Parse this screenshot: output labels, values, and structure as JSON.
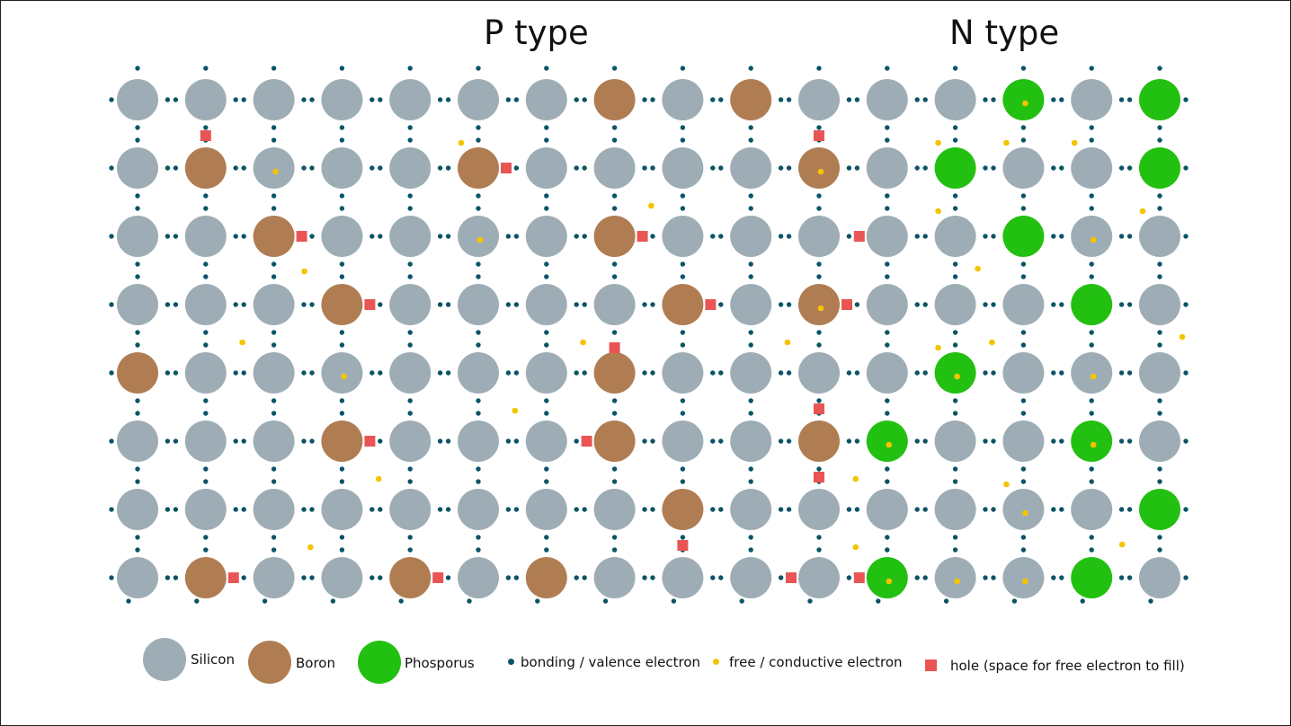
{
  "titles": {
    "p_type": "P type",
    "n_type": "N type"
  },
  "colors": {
    "silicon": "#9eadb5",
    "boron": "#b07d53",
    "phosphorus": "#22c010",
    "valence_electron": "#0b5466",
    "free_electron": "#f5c400",
    "hole": "#e95555"
  },
  "legend": {
    "silicon": "Silicon",
    "boron": "Boron",
    "phosphorus": "Phosporus",
    "valence_electron": "bonding / valence electron",
    "free_electron": "free / conductive electron",
    "hole": "hole (space for free electron to fill)"
  },
  "lattice": {
    "rows": [
      "SSSSSSSBSBSSSPSP",
      "SBSSSBSSSSBSPSSP",
      "SSBSSSSBSSSSSPSS",
      "SSSBSSSSBSBSSSPS",
      "BSSSSSSBSSSSPSSS",
      "SSSBSSSBSSBPSSPS",
      "SSSSSSSSBSSSSSSP",
      "SBSSBSBSSSSPSSPS"
    ],
    "holes": [
      [
        0,
        1,
        "below"
      ],
      [
        1,
        5,
        "right"
      ],
      [
        0,
        10,
        "below"
      ],
      [
        2,
        2,
        "right"
      ],
      [
        2,
        7,
        "right"
      ],
      [
        2,
        11,
        "left"
      ],
      [
        3,
        3,
        "right"
      ],
      [
        3,
        8,
        "right"
      ],
      [
        3,
        10,
        "right"
      ],
      [
        4,
        7,
        "above"
      ],
      [
        4,
        10,
        "below"
      ],
      [
        5,
        3,
        "right"
      ],
      [
        5,
        7,
        "left"
      ],
      [
        5,
        10,
        "below"
      ],
      [
        6,
        8,
        "below"
      ],
      [
        7,
        1,
        "right"
      ],
      [
        7,
        4,
        "right"
      ],
      [
        7,
        10,
        "left"
      ],
      [
        7,
        11,
        "left"
      ]
    ],
    "free_electrons": [
      [
        1,
        2,
        "inside"
      ],
      [
        0,
        5,
        "gap-below-left"
      ],
      [
        2,
        5,
        "inside"
      ],
      [
        2,
        8,
        "gap-above-left"
      ],
      [
        3,
        2,
        "gap-above-right"
      ],
      [
        4,
        7,
        "gap-above-left"
      ],
      [
        4,
        2,
        "gap-above-left"
      ],
      [
        4,
        3,
        "inside"
      ],
      [
        4,
        10,
        "gap-above-left"
      ],
      [
        5,
        6,
        "gap-above-left"
      ],
      [
        6,
        4,
        "gap-above-left"
      ],
      [
        7,
        3,
        "gap-above-left"
      ],
      [
        1,
        10,
        "inside"
      ],
      [
        3,
        10,
        "inside"
      ],
      [
        0,
        13,
        "inside"
      ],
      [
        0,
        12,
        "gap-below-left"
      ],
      [
        0,
        13,
        "gap-below-left"
      ],
      [
        0,
        14,
        "gap-below-left"
      ],
      [
        1,
        12,
        "gap-below-left"
      ],
      [
        1,
        15,
        "gap-below-left"
      ],
      [
        2,
        12,
        "gap-below-right"
      ],
      [
        2,
        14,
        "inside"
      ],
      [
        3,
        12,
        "gap-below-left"
      ],
      [
        3,
        15,
        "gap-below-right"
      ],
      [
        4,
        12,
        "inside"
      ],
      [
        4,
        13,
        "gap-above-left"
      ],
      [
        4,
        14,
        "inside"
      ],
      [
        5,
        11,
        "inside"
      ],
      [
        5,
        14,
        "inside"
      ],
      [
        5,
        13,
        "gap-below-left"
      ],
      [
        6,
        11,
        "gap-above-left"
      ],
      [
        6,
        13,
        "inside"
      ],
      [
        7,
        11,
        "inside"
      ],
      [
        7,
        12,
        "inside"
      ],
      [
        7,
        13,
        "inside"
      ],
      [
        7,
        14,
        "gap-above-right"
      ],
      [
        7,
        11,
        "gap-above-left"
      ]
    ]
  }
}
